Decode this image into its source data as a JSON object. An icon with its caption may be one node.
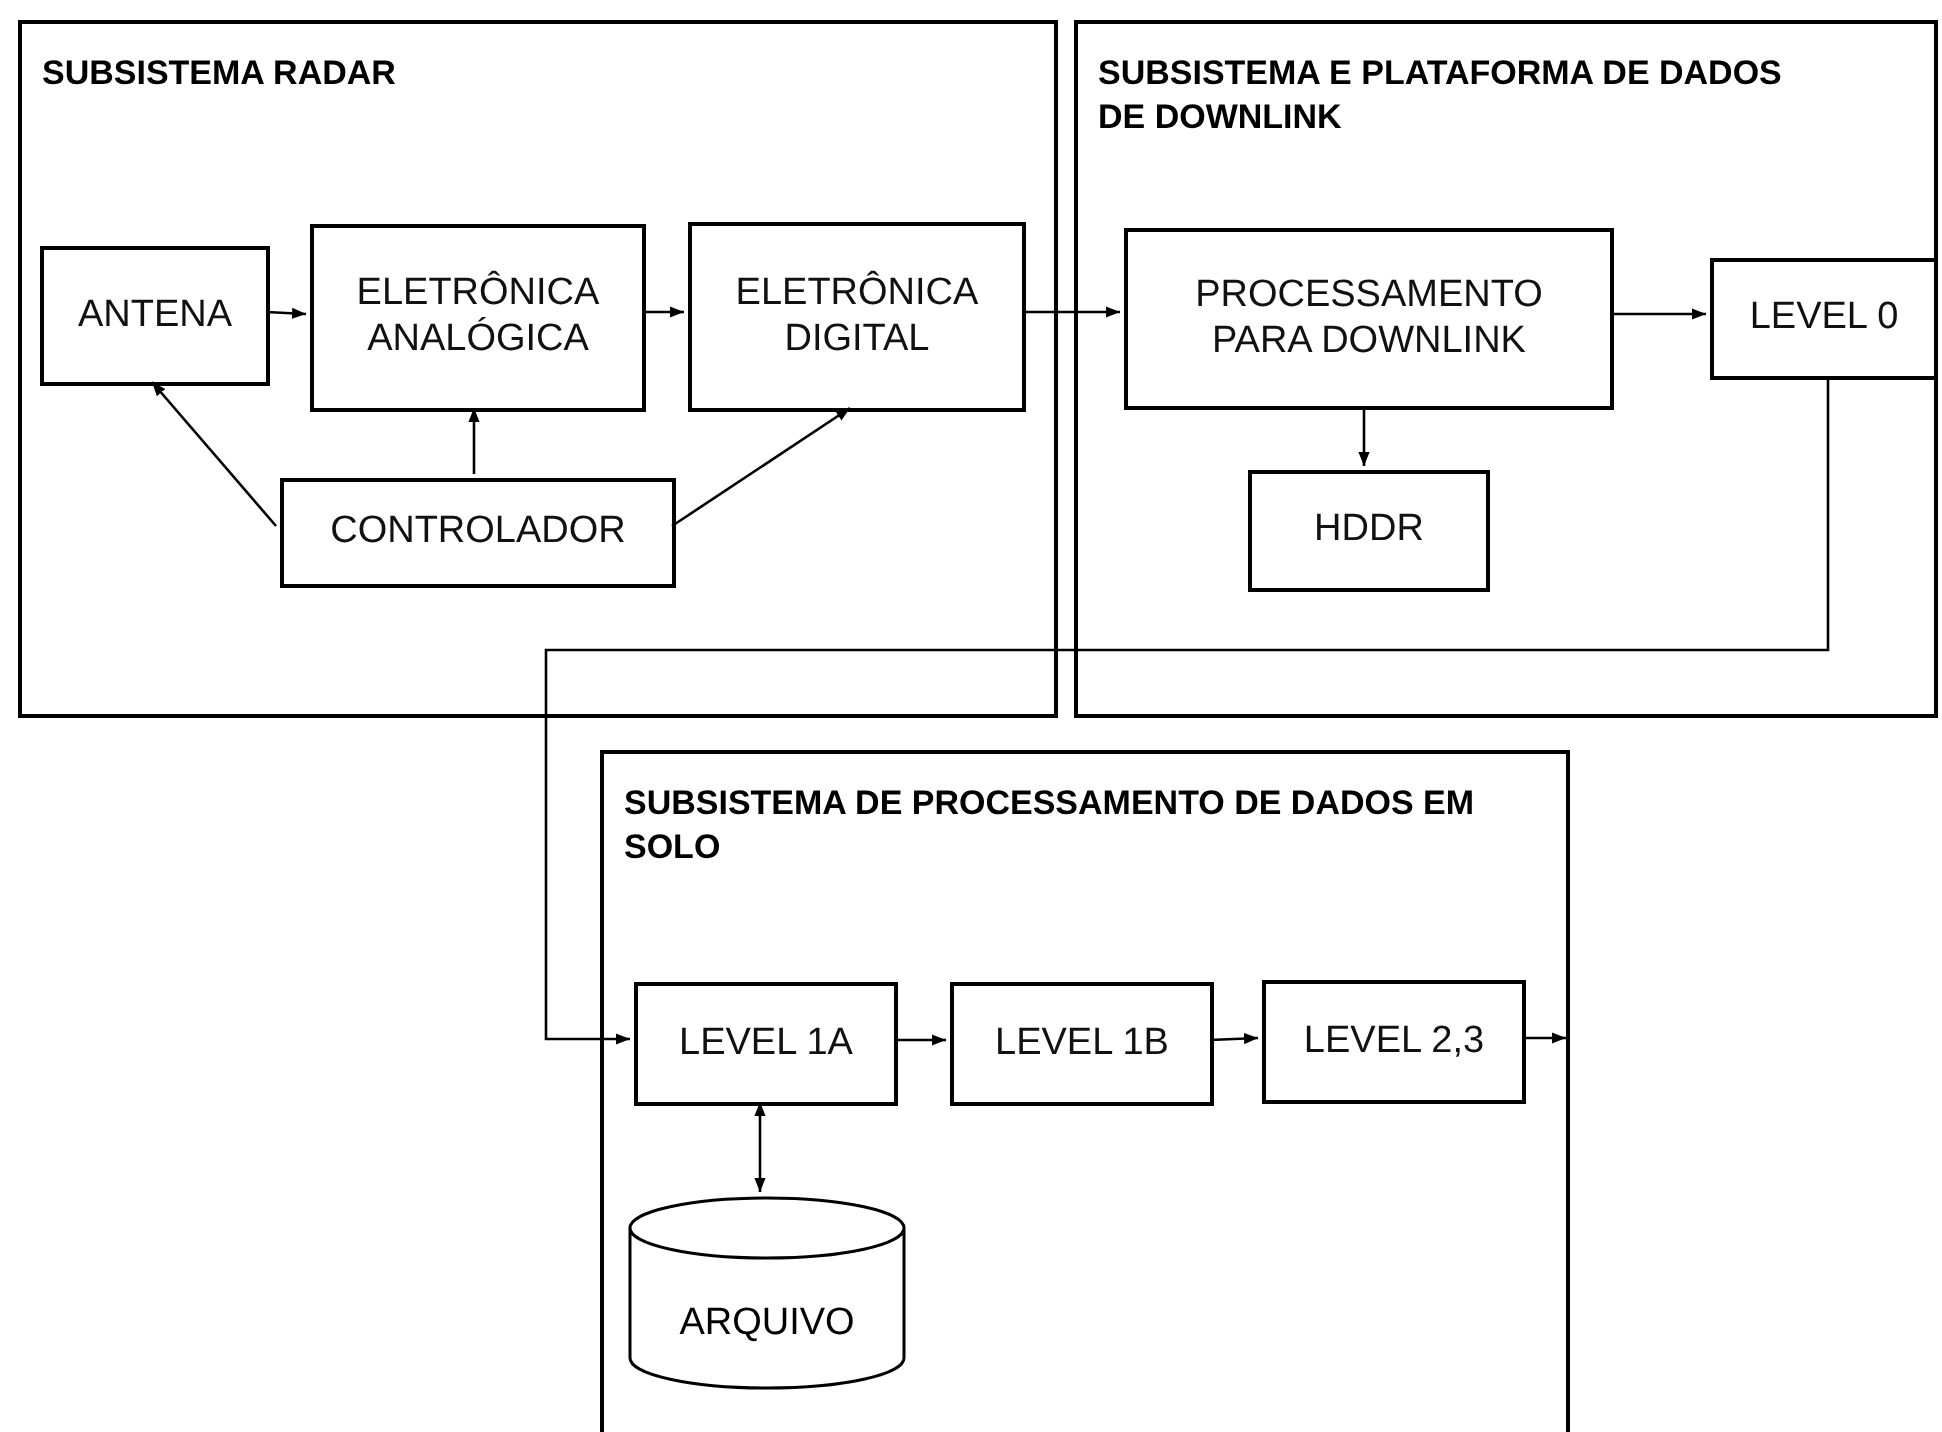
{
  "diagram": {
    "nodes": [
      {
        "text": [
          "SUBSISTEMA RADAR"
        ]
      },
      {
        "text": [
          "ANTENA"
        ],
        "in": 0
      },
      {
        "text": [
          "ELETRÔNICA ANALÓGICA"
        ],
        "in": 0
      },
      {
        "text": [
          "ELETRÔNICA DIGITAL"
        ],
        "in": 0
      },
      {
        "text": [
          "CONTROLADOR"
        ],
        "in": 0
      },
      {
        "text": [
          "SUBSISTEMA E PLATAFORMA DE DADOS DE DOWNLINK"
        ]
      },
      {
        "text": [
          "PROCESSAMENTO PARA DOWNLINK"
        ],
        "in": 5
      },
      {
        "text": [
          "HDDR"
        ],
        "in": 5
      },
      {
        "text": [
          "LEVEL 0"
        ],
        "in": 5
      },
      {
        "text": [
          "SUBSISTEMA DE PROCESSAMENTO DE DADOS EM SOLO"
        ]
      },
      {
        "text": [
          "LEVEL 1A"
        ],
        "in": 9
      },
      {
        "text": [
          "LEVEL 1B"
        ],
        "in": 9
      },
      {
        "text": [
          "LEVEL 2,3"
        ],
        "in": 9
      },
      {
        "text": [
          "ARQUIVO"
        ],
        "in": 9
      }
    ],
    "edges": [
      {
        "from": 1,
        "to": 2,
        "arrow": "to"
      },
      {
        "from": 2,
        "to": 3,
        "arrow": "to"
      },
      {
        "from": 3,
        "to": 6,
        "arrow": "to"
      },
      {
        "from": 6,
        "to": 8,
        "arrow": "to"
      },
      {
        "from": 6,
        "to": 7,
        "arrow": "to"
      },
      {
        "from": 4,
        "to": 1,
        "arrow": "to"
      },
      {
        "from": 4,
        "to": 2,
        "arrow": "to"
      },
      {
        "from": 4,
        "to": 3,
        "arrow": "to"
      },
      {
        "from": 8,
        "to": 10,
        "arrow": "to"
      },
      {
        "from": 10,
        "to": 11,
        "arrow": "to"
      },
      {
        "from": 11,
        "to": 12,
        "arrow": "to"
      },
      {
        "from": 12,
        "to": null,
        "arrow": "to"
      },
      {
        "from": 10,
        "to": 13,
        "arrow": "both"
      }
    ]
  }
}
